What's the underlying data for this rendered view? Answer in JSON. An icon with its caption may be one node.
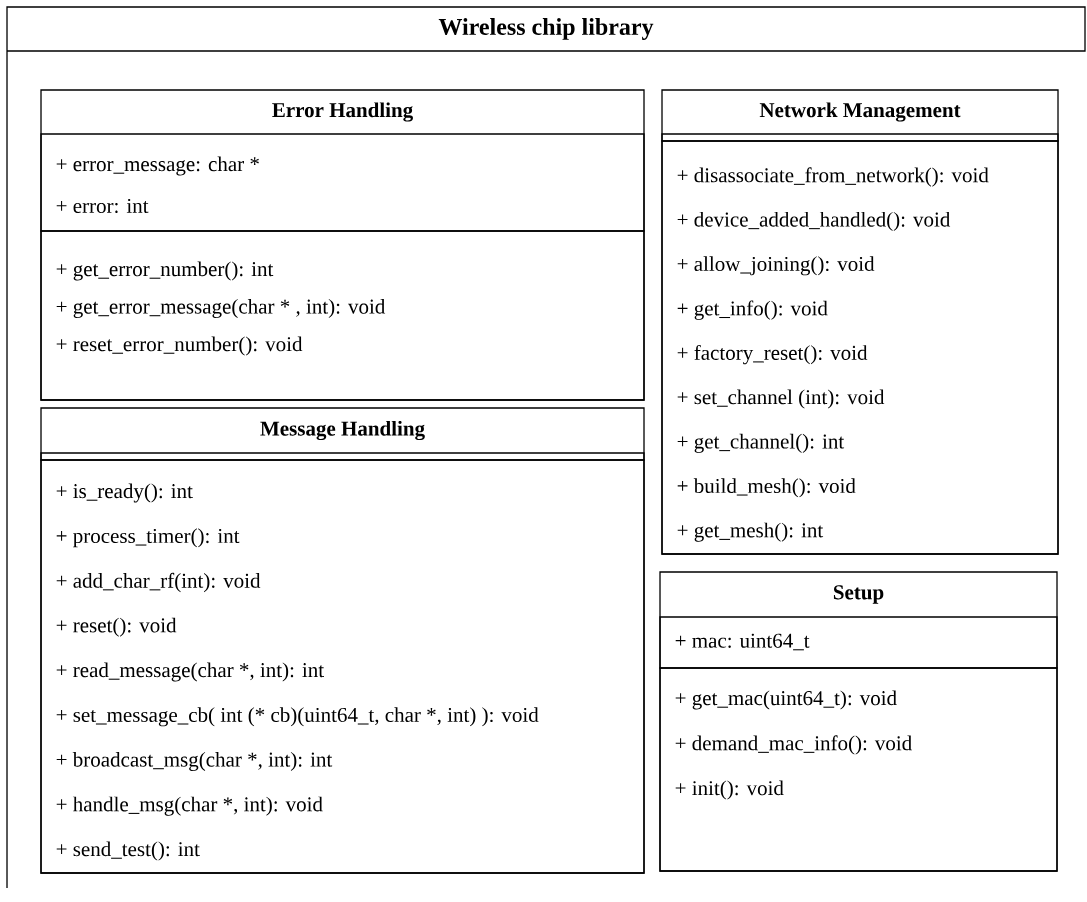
{
  "diagram": {
    "nodes": [
      {
        "text": [
          "Wireless chip library"
        ]
      },
      {
        "text": [
          "Error Handling"
        ],
        "in": 0
      },
      {
        "text": [
          "+ error_message: char *",
          "+ error: int"
        ],
        "in": 1
      },
      {
        "text": [
          "+ get_error_number(): int",
          "+ get_error_message(char * , int): void",
          "+ reset_error_number(): void"
        ],
        "in": 1
      },
      {
        "text": [
          "Network Management"
        ],
        "in": 0
      },
      {
        "text": [],
        "shape": "box",
        "in": 4
      },
      {
        "text": [
          "+ disassociate_from_network(): void",
          "+ device_added_handled(): void",
          "+ allow_joining(): void",
          "+ get_info(): void",
          "+ factory_reset(): void",
          "+ set_channel (int): void",
          "+ get_channel(): int",
          "+ build_mesh(): void",
          "+ get_mesh(): int"
        ],
        "in": 4
      },
      {
        "text": [
          "Message Handling"
        ],
        "in": 0
      },
      {
        "text": [],
        "shape": "box",
        "in": 7
      },
      {
        "text": [
          "+ is_ready(): int",
          "+ process_timer(): int",
          "+ add_char_rf(int): void",
          "+ reset(): void",
          "+ read_message(char *, int): int",
          "+ set_message_cb( int (* cb)(uint64_t, char *, int) ): void",
          "+ broadcast_msg(char *, int): int",
          "+ handle_msg(char *, int): void",
          "+ send_test(): int"
        ],
        "in": 7
      },
      {
        "text": [
          "Setup"
        ],
        "in": 0
      },
      {
        "text": [
          "+ mac: uint64_t"
        ],
        "in": 10
      },
      {
        "text": [
          "+ get_mac(uint64_t): void",
          "+ demand_mac_info(): void",
          "+ init(): void"
        ],
        "in": 10
      }
    ]
  }
}
